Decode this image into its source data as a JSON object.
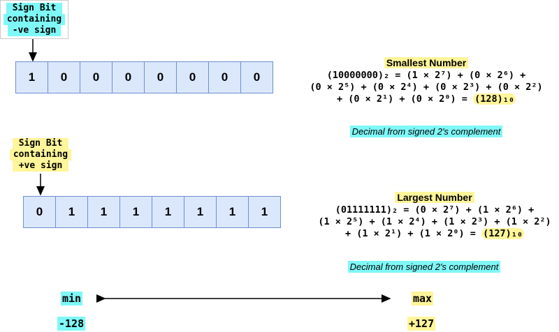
{
  "top": {
    "sign_label": [
      "Sign Bit",
      "containing",
      "-ve sign"
    ],
    "bits": [
      "1",
      "0",
      "0",
      "0",
      "0",
      "0",
      "0",
      "0"
    ],
    "title": "Smallest Number",
    "formula_lines": [
      "(10000000)₂ = (1 × 2⁷) + (0 × 2⁶) +",
      "(0 × 2⁵) + (0 × 2⁴) + (0 × 2³) + (0 × 2²)",
      "+ (0 × 2¹) + (0 × 2⁰) = "
    ],
    "result": "(128)₁₀",
    "caption": "Decimal from signed 2's complement"
  },
  "bottom": {
    "sign_label": [
      "Sign Bit",
      "containing",
      "+ve sign"
    ],
    "bits": [
      "0",
      "1",
      "1",
      "1",
      "1",
      "1",
      "1",
      "1"
    ],
    "title": "Largest Number",
    "formula_lines": [
      "(01111111)₂ = (0 × 2⁷) + (1 × 2⁶) +",
      "(1 × 2⁵) + (1 × 2⁴) + (1 × 2³) + (1 × 2²)",
      "+ (1 × 2¹) + (1 × 2⁰) = "
    ],
    "result": "(127)₁₀",
    "caption": "Decimal from signed 2's complement"
  },
  "range": {
    "min_label": "min",
    "min_value": "-128",
    "max_label": "max",
    "max_value": "+127"
  },
  "colors": {
    "cyan_highlight": "#7ff7f7",
    "yellow_highlight": "#fff59a",
    "bit_fill": "#dbe7fb",
    "bit_border": "#6d8fd0"
  }
}
